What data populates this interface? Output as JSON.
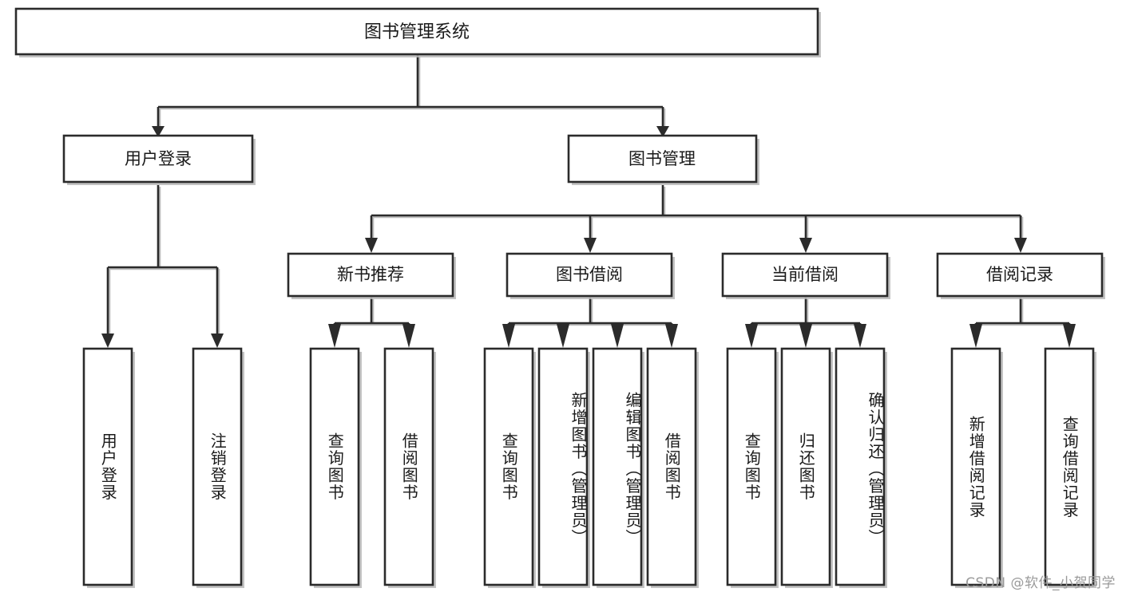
{
  "diagram": {
    "type": "tree",
    "title": "图书管理系统",
    "orientation": "top-down",
    "colors": {
      "box_stroke": "#2b2b2b",
      "box_fill": "#ffffff",
      "connector": "#2b2b2b",
      "shadow": "#bdbdbd",
      "text": "#1a1a1a",
      "watermark": "#9a9a9a"
    }
  },
  "root": {
    "label": "图书管理系统"
  },
  "level1": [
    {
      "label": "用户登录"
    },
    {
      "label": "图书管理"
    }
  ],
  "level2": [
    {
      "label": "新书推荐"
    },
    {
      "label": "图书借阅"
    },
    {
      "label": "当前借阅"
    },
    {
      "label": "借阅记录"
    }
  ],
  "leaves": {
    "user_login": [
      {
        "label": "用户登录"
      },
      {
        "label": "注销登录"
      }
    ],
    "new_book_recommend": [
      {
        "label": "查询图书"
      },
      {
        "label": "借阅图书"
      }
    ],
    "book_borrow": [
      {
        "label": "查询图书"
      },
      {
        "label": "新增图书（管理员）"
      },
      {
        "label": "编辑图书（管理员）"
      },
      {
        "label": "借阅图书"
      }
    ],
    "current_borrow": [
      {
        "label": "查询图书"
      },
      {
        "label": "归还图书"
      },
      {
        "label": "确认归还（管理员）"
      }
    ],
    "borrow_record": [
      {
        "label": "新增借阅记录"
      },
      {
        "label": "查询借阅记录"
      }
    ]
  },
  "watermark": {
    "text": "CSDN @软件_小贺同学"
  }
}
